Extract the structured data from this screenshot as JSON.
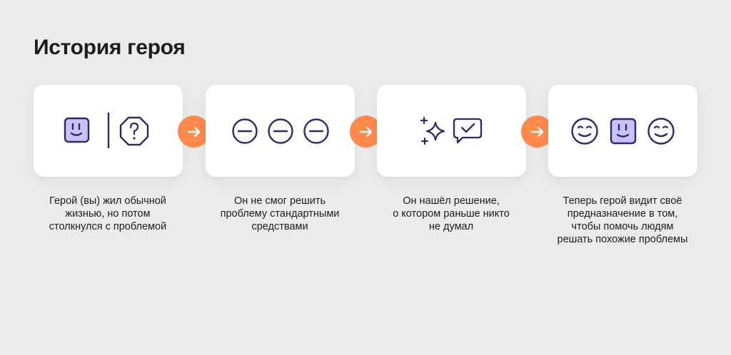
{
  "title": "История героя",
  "colors": {
    "background": "#ecebea",
    "card": "#ffffff",
    "accent": "#ff8a4c",
    "icon_stroke": "#2e2a6a",
    "icon_fill": "#c7c2f7"
  },
  "steps": [
    {
      "icons": [
        "hero-face-square-icon",
        "divider-line",
        "question-octagon-icon"
      ],
      "caption_lines": [
        "Герой (вы) жил обычной",
        "жизнью, но потом",
        "столкнулся с проблемой"
      ]
    },
    {
      "icons": [
        "minus-circle-icon",
        "minus-circle-icon",
        "minus-circle-icon"
      ],
      "caption_lines": [
        "Он не смог решить",
        "проблему стандартными",
        "средствами"
      ]
    },
    {
      "icons": [
        "sparkles-icon",
        "chat-check-icon"
      ],
      "caption_lines": [
        "Он нашёл решение,",
        "о котором раньше никто",
        "не думал"
      ]
    },
    {
      "icons": [
        "smile-circle-icon",
        "hero-face-square-icon",
        "smile-circle-icon"
      ],
      "caption_lines": [
        "Теперь герой видит своё",
        "предназначение в том,",
        "чтобы помочь людям",
        "решать похожие проблемы"
      ]
    }
  ],
  "arrow_icon": "arrow-right-icon"
}
